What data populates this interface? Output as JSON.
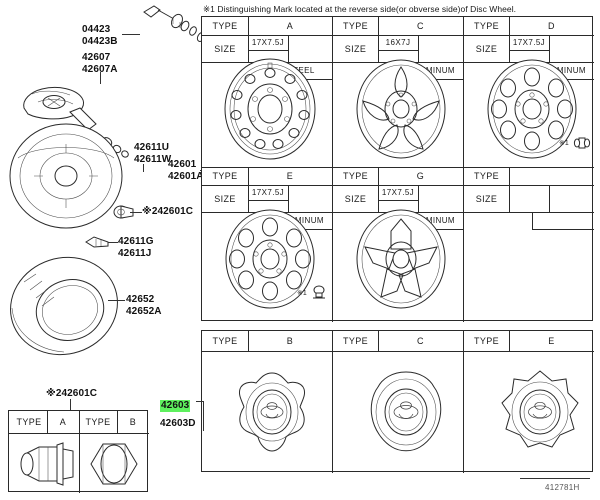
{
  "diagram": {
    "reference_number": "412781H",
    "note": "※1 Distinguishing Mark located at the reverse side(or obverse side)of Disc Wheel.",
    "mark_symbol": "※1",
    "highlight_color": "#5ef05e"
  },
  "callouts": [
    {
      "id": "c1",
      "lines": [
        "04423",
        "04423B"
      ]
    },
    {
      "id": "c2",
      "lines": [
        "42607",
        "42607A"
      ]
    },
    {
      "id": "c3",
      "lines": [
        "42611U",
        "42611W"
      ]
    },
    {
      "id": "c4",
      "lines": [
        "42601",
        "42601A"
      ]
    },
    {
      "id": "c5",
      "lines": [
        "※242601C"
      ]
    },
    {
      "id": "c6",
      "lines": [
        "42611G",
        "42611J"
      ]
    },
    {
      "id": "c7",
      "lines": [
        "42652",
        "42652A"
      ]
    },
    {
      "id": "c8",
      "lines": [
        "※242601C"
      ]
    },
    {
      "id": "c9",
      "lines": [
        "42603",
        "42603D"
      ],
      "highlight_first": true
    }
  ],
  "callout_text": {
    "c1_l1": "04423",
    "c1_l2": "04423B",
    "c2_l1": "42607",
    "c2_l2": "42607A",
    "c3_l1": "42611U",
    "c3_l2": "42611W",
    "c4_l1": "42601",
    "c4_l2": "42601A",
    "c5_l1": "※242601C",
    "c6_l1": "42611G",
    "c6_l2": "42611J",
    "c7_l1": "42652",
    "c7_l2": "42652A",
    "c8_l1": "※242601C",
    "c9_l1": "42603",
    "c9_l2": "42603D"
  },
  "labels": {
    "type": "TYPE",
    "size": "SIZE",
    "steel": "STEEL",
    "aluminum": "ALUMINUM"
  },
  "wheel_table": {
    "row1": [
      {
        "type_label": "TYPE",
        "type": "A",
        "size_label": "SIZE",
        "size": "17X7.5J",
        "material": "STEEL",
        "mark": "",
        "wheel_style": "steel"
      },
      {
        "type_label": "TYPE",
        "type": "C",
        "size_label": "SIZE",
        "size": "16X7J",
        "material": "ALUMINUM",
        "mark": "",
        "wheel_style": "alloy5"
      },
      {
        "type_label": "TYPE",
        "type": "D",
        "size_label": "SIZE",
        "size": "17X7.5J",
        "material": "ALUMINUM",
        "mark": "※1",
        "wheel_style": "alloy8"
      }
    ],
    "row2": [
      {
        "type_label": "TYPE",
        "type": "E",
        "size_label": "SIZE",
        "size": "17X7.5J",
        "material": "ALUMINUM",
        "mark": "※1",
        "wheel_style": "alloy8"
      },
      {
        "type_label": "TYPE",
        "type": "G",
        "size_label": "SIZE",
        "size": "17X7.5J",
        "material": "ALUMINUM",
        "mark": "",
        "wheel_style": "alloy6"
      },
      {
        "type_label": "TYPE",
        "type": "",
        "size_label": "SIZE",
        "size": "",
        "material": "",
        "mark": "",
        "wheel_style": "none"
      }
    ]
  },
  "cap_table": {
    "cells": [
      {
        "type_label": "TYPE",
        "type": "B",
        "cap_style": "gear"
      },
      {
        "type_label": "TYPE",
        "type": "C",
        "cap_style": "round"
      },
      {
        "type_label": "TYPE",
        "type": "E",
        "cap_style": "star"
      }
    ]
  },
  "nut_table": {
    "cells": [
      {
        "type_label": "TYPE",
        "type": "A",
        "nut_style": "flanged"
      },
      {
        "type_label": "TYPE",
        "type": "B",
        "nut_style": "hex"
      }
    ]
  }
}
